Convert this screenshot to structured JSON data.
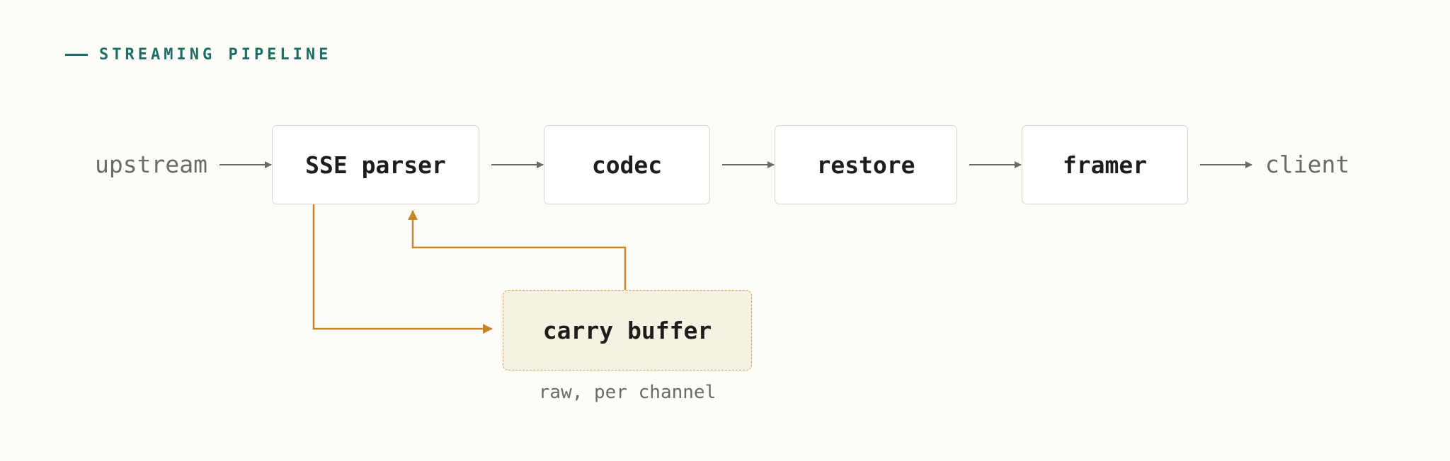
{
  "header": {
    "title": "STREAMING PIPELINE"
  },
  "pipeline": {
    "input_label": "upstream",
    "output_label": "client",
    "stages": [
      {
        "label": "SSE parser"
      },
      {
        "label": "codec"
      },
      {
        "label": "restore"
      },
      {
        "label": "framer"
      }
    ]
  },
  "buffer": {
    "label": "carry buffer",
    "caption": "raw, per channel"
  },
  "colors": {
    "accent": "#1c6e66",
    "feedback": "#c8862a",
    "arrow": "#6b6a64",
    "background": "#fdfcf7",
    "buffer_fill": "#f6f2e3"
  }
}
